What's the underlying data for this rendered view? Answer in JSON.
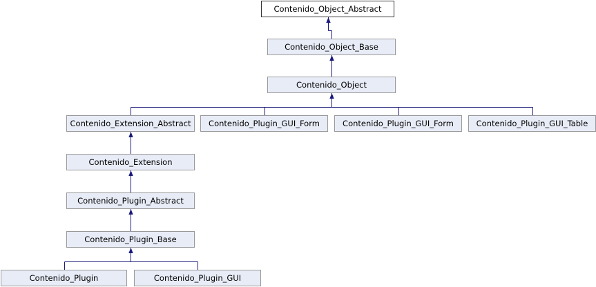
{
  "diagram": {
    "type": "class-inheritance-graph",
    "edge_color": "#1a1a7a",
    "nodes": {
      "object_abstract": "Contenido_Object_Abstract",
      "object_base": "Contenido_Object_Base",
      "object": "Contenido_Object",
      "extension_abstract": "Contenido_Extension_Abstract",
      "plugin_gui_form_1": "Contenido_Plugin_GUI_Form",
      "plugin_gui_form_2": "Contenido_Plugin_GUI_Form",
      "plugin_gui_table": "Contenido_Plugin_GUI_Table",
      "extension": "Contenido_Extension",
      "plugin_abstract": "Contenido_Plugin_Abstract",
      "plugin_base": "Contenido_Plugin_Base",
      "plugin": "Contenido_Plugin",
      "plugin_gui": "Contenido_Plugin_GUI"
    },
    "edges": [
      {
        "child": "object_base",
        "parent": "object_abstract"
      },
      {
        "child": "object",
        "parent": "object_base"
      },
      {
        "child": "extension_abstract",
        "parent": "object"
      },
      {
        "child": "plugin_gui_form_1",
        "parent": "object"
      },
      {
        "child": "plugin_gui_form_2",
        "parent": "object"
      },
      {
        "child": "plugin_gui_table",
        "parent": "object"
      },
      {
        "child": "extension",
        "parent": "extension_abstract"
      },
      {
        "child": "plugin_abstract",
        "parent": "extension"
      },
      {
        "child": "plugin_base",
        "parent": "plugin_abstract"
      },
      {
        "child": "plugin",
        "parent": "plugin_base"
      },
      {
        "child": "plugin_gui",
        "parent": "plugin_base"
      }
    ]
  }
}
